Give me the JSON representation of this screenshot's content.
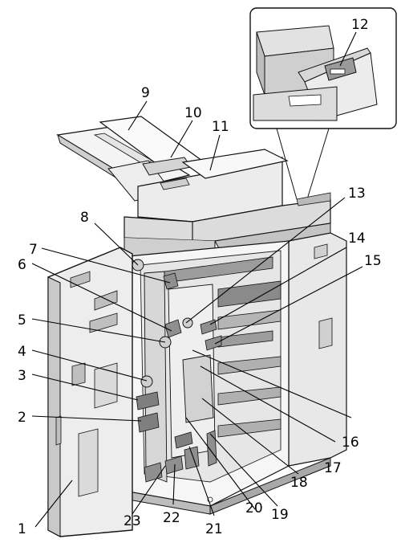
{
  "figure": {
    "callouts": [
      {
        "n": "1"
      },
      {
        "n": "2"
      },
      {
        "n": "3"
      },
      {
        "n": "4"
      },
      {
        "n": "5"
      },
      {
        "n": "6"
      },
      {
        "n": "7"
      },
      {
        "n": "8"
      },
      {
        "n": "9"
      },
      {
        "n": "10"
      },
      {
        "n": "11"
      },
      {
        "n": "12"
      },
      {
        "n": "13"
      },
      {
        "n": "14"
      },
      {
        "n": "15"
      },
      {
        "n": "16"
      },
      {
        "n": "17"
      },
      {
        "n": "18"
      },
      {
        "n": "19"
      },
      {
        "n": "20"
      },
      {
        "n": "21"
      },
      {
        "n": "22"
      },
      {
        "n": "23"
      }
    ]
  }
}
